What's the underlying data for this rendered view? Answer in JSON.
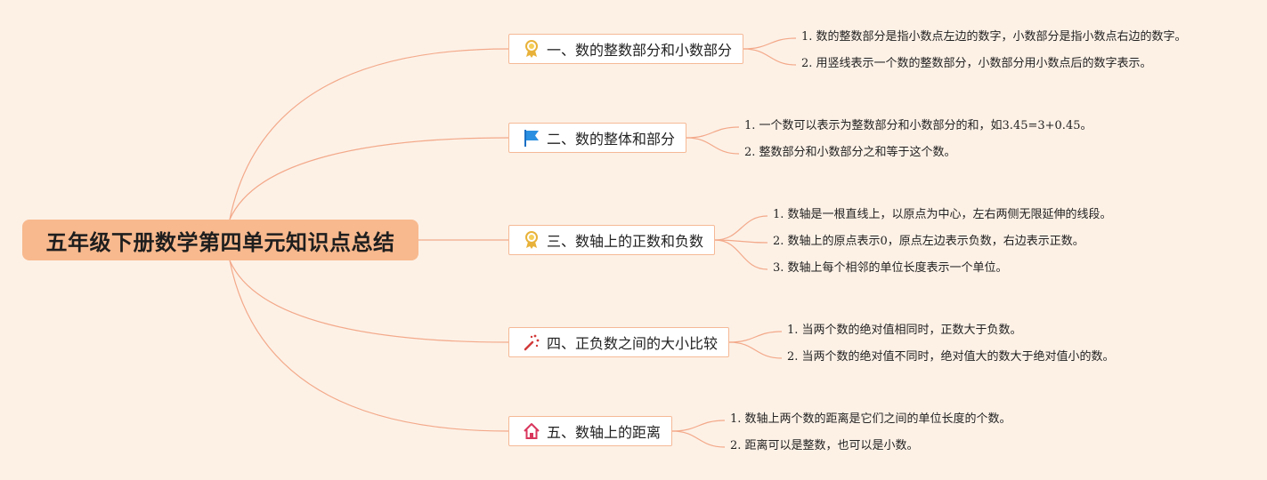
{
  "root": {
    "title": "五年级下册数学第四单元知识点总结"
  },
  "colors": {
    "background": "#fdf1e6",
    "root_fill": "#f8b98e",
    "connector": "#f3a98a",
    "topic_border": "#f5b996"
  },
  "topics": [
    {
      "label": "一、数的整数部分和小数部分",
      "icon": "award-ribbon-icon",
      "items": [
        "1. 数的整数部分是指小数点左边的数字，小数部分是指小数点右边的数字。",
        "2. 用竖线表示一个数的整数部分，小数部分用小数点后的数字表示。"
      ]
    },
    {
      "label": "二、数的整体和部分",
      "icon": "blue-flag-icon",
      "items": [
        "1. 一个数可以表示为整数部分和小数部分的和，如3.45=3+0.45。",
        "2. 整数部分和小数部分之和等于这个数。"
      ]
    },
    {
      "label": "三、数轴上的正数和负数",
      "icon": "award-ribbon-icon",
      "items": [
        "1. 数轴是一根直线上，以原点为中心，左右两侧无限延伸的线段。",
        "2. 数轴上的原点表示0，原点左边表示负数，右边表示正数。",
        "3. 数轴上每个相邻的单位长度表示一个单位。"
      ]
    },
    {
      "label": "四、正负数之间的大小比较",
      "icon": "magic-wand-icon",
      "items": [
        "1. 当两个数的绝对值相同时，正数大于负数。",
        "2. 当两个数的绝对值不同时，绝对值大的数大于绝对值小的数。"
      ]
    },
    {
      "label": "五、数轴上的距离",
      "icon": "home-icon",
      "items": [
        "1. 数轴上两个数的距离是它们之间的单位长度的个数。",
        "2. 距离可以是整数，也可以是小数。"
      ]
    }
  ]
}
